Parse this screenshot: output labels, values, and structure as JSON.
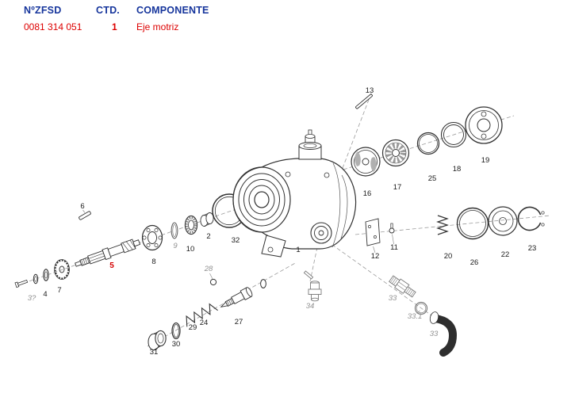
{
  "table": {
    "headers": {
      "part": "NºZFSD",
      "qty": "CTD.",
      "component": "COMPONENTE"
    },
    "row": {
      "part": "0081 314 051",
      "qty": "1",
      "component": "Eje motriz"
    }
  },
  "colors": {
    "header_text": "#16359c",
    "row_text": "#dd0000",
    "highlight_label": "#d40000",
    "normal_label": "#1b1b1b",
    "reference_label": "#8f8f8f",
    "drawing_line": "#333333"
  },
  "diagram": {
    "highlighted_part": "5",
    "labels": [
      {
        "text": "13"
      },
      {
        "text": "16"
      },
      {
        "text": "17"
      },
      {
        "text": "25"
      },
      {
        "text": "18"
      },
      {
        "text": "19"
      },
      {
        "text": "6"
      },
      {
        "text": "2"
      },
      {
        "text": "32"
      },
      {
        "text": "9"
      },
      {
        "text": "10"
      },
      {
        "text": "8"
      },
      {
        "text": "5"
      },
      {
        "text": "1"
      },
      {
        "text": "12"
      },
      {
        "text": "11"
      },
      {
        "text": "20"
      },
      {
        "text": "26"
      },
      {
        "text": "22"
      },
      {
        "text": "23"
      },
      {
        "text": "3?"
      },
      {
        "text": "4"
      },
      {
        "text": "7"
      },
      {
        "text": "28"
      },
      {
        "text": "24"
      },
      {
        "text": "29"
      },
      {
        "text": "27"
      },
      {
        "text": "30"
      },
      {
        "text": "31"
      },
      {
        "text": "34"
      },
      {
        "text": "33"
      },
      {
        "text": "33.1"
      },
      {
        "text": "33"
      }
    ]
  }
}
